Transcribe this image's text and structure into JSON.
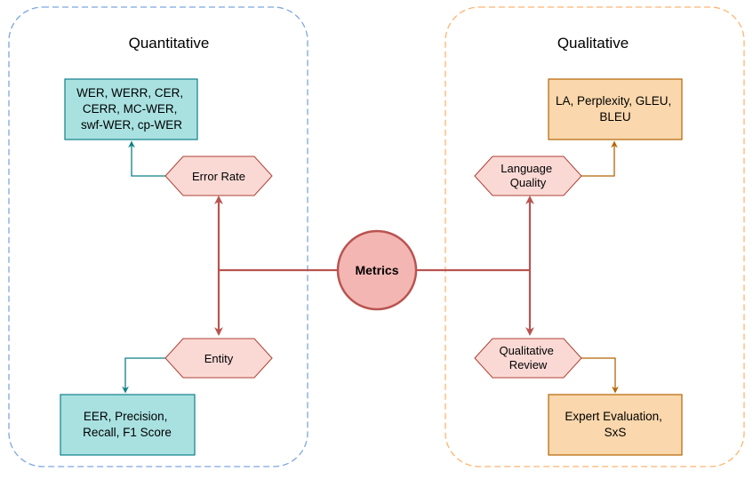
{
  "colors": {
    "quantitative_border": "#7ea6e0",
    "qualitative_border": "#ffb570",
    "teal_fill": "#a9e1e1",
    "teal_stroke": "#0e8088",
    "orange_fill": "#fad7ac",
    "orange_stroke": "#b46504",
    "hex_fill": "#fad9d5",
    "hex_stroke": "#ae4132",
    "center_fill": "#f4b6b3",
    "main_line": "#b85450"
  },
  "groups": {
    "quantitative": {
      "title": "Quantitative"
    },
    "qualitative": {
      "title": "Qualitative"
    }
  },
  "center": {
    "label": "Metrics"
  },
  "nodes": {
    "error_rate": {
      "label": "Error Rate"
    },
    "entity": {
      "label": "Entity"
    },
    "language_quality": {
      "lines": [
        "Language",
        "Quality"
      ]
    },
    "qualitative_review": {
      "lines": [
        "Qualitative",
        "Review"
      ]
    }
  },
  "boxes": {
    "error_metrics": {
      "lines": [
        "WER, WERR, CER,",
        "CERR, MC-WER,",
        "swf-WER, cp-WER"
      ]
    },
    "entity_metrics": {
      "lines": [
        "EER, Precision,",
        "Recall, F1 Score"
      ]
    },
    "language_metrics": {
      "lines": [
        "LA, Perplexity, GLEU,",
        "BLEU"
      ]
    },
    "review_metrics": {
      "lines": [
        "Expert Evaluation,",
        "SxS"
      ]
    }
  }
}
